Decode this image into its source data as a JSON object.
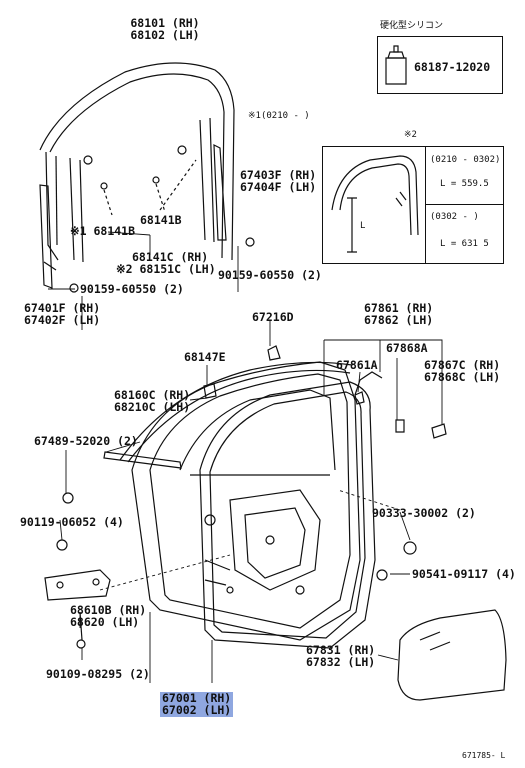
{
  "labels": {
    "glass_run_rh": "68101 (RH)",
    "glass_run_lh": "68102 (LH)",
    "sealant_title": "硬化型シリコン",
    "sealant_part": "68187-12020",
    "note1_date": "※1(0210 -     )",
    "note2_mark": "※2",
    "weatherstrip_rh": "67403F (RH)",
    "weatherstrip_lh": "67404F (LH)",
    "clip_68141b_a": "68141B",
    "clip_68141b_b": "※1 68141B",
    "clip_68141c_rh": "68141C (RH)",
    "clip_68151c_lh": "※2 68151C (LH)",
    "screw_upper": "90159-60550 (2)",
    "screw_lower": "90159-60550 (2)",
    "frame_rh": "67401F (RH)",
    "frame_lh": "67402F (LH)",
    "range1": "(0210 - 0302)",
    "length1": "L = 559.5",
    "range2": "(0302 -      )",
    "length2": "L = 631 5",
    "dim_l": "L",
    "part_67216d": "67216D",
    "ws_rh": "67861 (RH)",
    "ws_lh": "67862 (LH)",
    "part_67868a": "67868A",
    "part_67861a": "67861A",
    "part_67867c": "67867C (RH)",
    "part_67868c": "67868C (LH)",
    "part_68147e": "68147E",
    "part_68160c": "68160C (RH)",
    "part_68210c": "68210C (LH)",
    "part_67489": "67489-52020 (2)",
    "part_90119": "90119-06052 (4)",
    "part_90333": "90333-30002 (2)",
    "part_90541": "90541-09117 (4)",
    "hinge_rh": "68610B (RH)",
    "hinge_lh": "68620 (LH)",
    "bolt_90109": "90109-08295 (2)",
    "door_rh": "67001 (RH)",
    "door_lh": "67002 (LH)",
    "film_rh": "67831 (RH)",
    "film_lh": "67832 (LH)",
    "figure_code": "671785- L"
  },
  "colors": {
    "line": "#111111",
    "highlight": "#8fa7e0"
  }
}
